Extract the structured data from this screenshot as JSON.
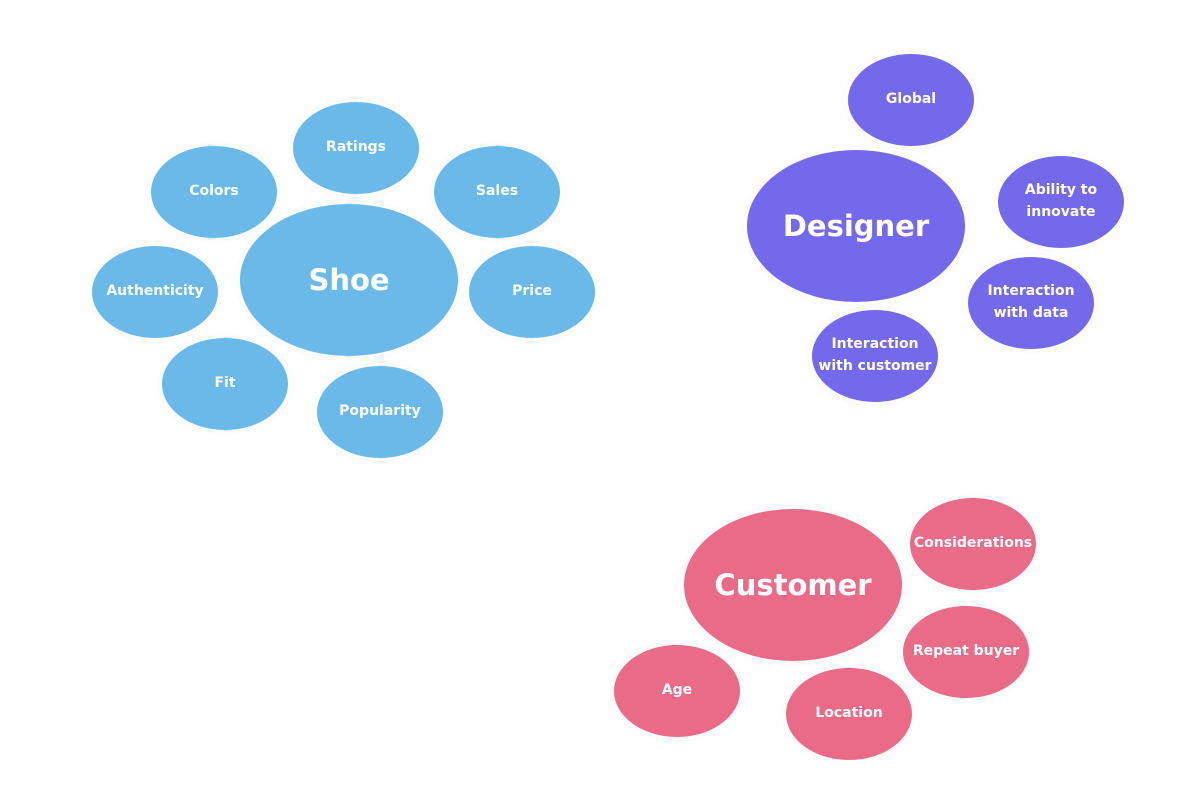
{
  "colors": {
    "shoe": "#6ab9e8",
    "designer": "#7469ea",
    "customer": "#e96b87"
  },
  "shoe": {
    "center": "Shoe",
    "nodes": [
      "Ratings",
      "Colors",
      "Sales",
      "Authenticity",
      "Price",
      "Fit",
      "Popularity"
    ]
  },
  "designer": {
    "center": "Designer",
    "nodes": [
      "Global",
      "Ability to\ninnovate",
      "Interaction\nwith data",
      "Interaction\nwith customer"
    ]
  },
  "customer": {
    "center": "Customer",
    "nodes": [
      "Considerations",
      "Repeat buyer",
      "Age",
      "Location"
    ]
  }
}
